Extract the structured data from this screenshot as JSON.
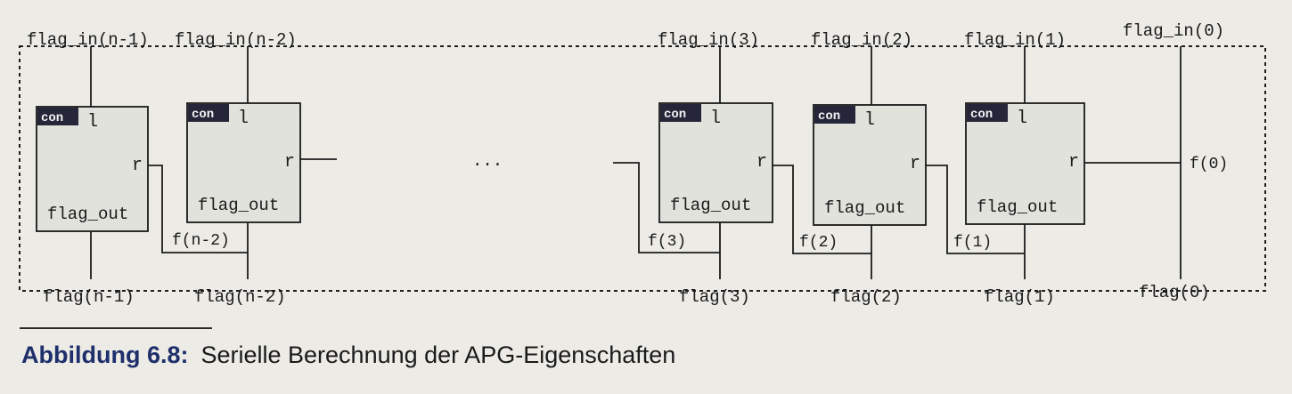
{
  "diagram": {
    "top_inputs": [
      {
        "id": "in_n1",
        "label": "flag_in(n-1)"
      },
      {
        "id": "in_n2",
        "label": "flag_in(n-2)"
      },
      {
        "id": "in_3",
        "label": "flag_in(3)"
      },
      {
        "id": "in_2",
        "label": "flag_in(2)"
      },
      {
        "id": "in_1",
        "label": "flag_in(1)"
      },
      {
        "id": "in_0",
        "label": "flag_in(0)"
      }
    ],
    "blocks": [
      {
        "id": "blk_n1",
        "tag": "con",
        "port_l": "l",
        "port_r": "r",
        "output": "flag_out"
      },
      {
        "id": "blk_n2",
        "tag": "con",
        "port_l": "l",
        "port_r": "r",
        "output": "flag_out"
      },
      {
        "id": "blk_3",
        "tag": "con",
        "port_l": "l",
        "port_r": "r",
        "output": "flag_out"
      },
      {
        "id": "blk_2",
        "tag": "con",
        "port_l": "l",
        "port_r": "r",
        "output": "flag_out"
      },
      {
        "id": "blk_1",
        "tag": "con",
        "port_l": "l",
        "port_r": "r",
        "output": "flag_out"
      }
    ],
    "chain_signals": [
      {
        "id": "f_n2",
        "label": "f(n-2)"
      },
      {
        "id": "f_3",
        "label": "f(3)"
      },
      {
        "id": "f_2",
        "label": "f(2)"
      },
      {
        "id": "f_1",
        "label": "f(1)"
      },
      {
        "id": "f_0",
        "label": "f(0)"
      }
    ],
    "bottom_outputs": [
      {
        "id": "out_n1",
        "label": "flag(n-1)"
      },
      {
        "id": "out_n2",
        "label": "flag(n-2)"
      },
      {
        "id": "out_3",
        "label": "flag(3)"
      },
      {
        "id": "out_2",
        "label": "flag(2)"
      },
      {
        "id": "out_1",
        "label": "flag(1)"
      },
      {
        "id": "out_0",
        "label": "flag(0)"
      }
    ],
    "ellipsis": "..."
  },
  "caption": {
    "number": "Abbildung 6.8:",
    "text": "Serielle Berechnung der APG-Eigenschaften"
  }
}
